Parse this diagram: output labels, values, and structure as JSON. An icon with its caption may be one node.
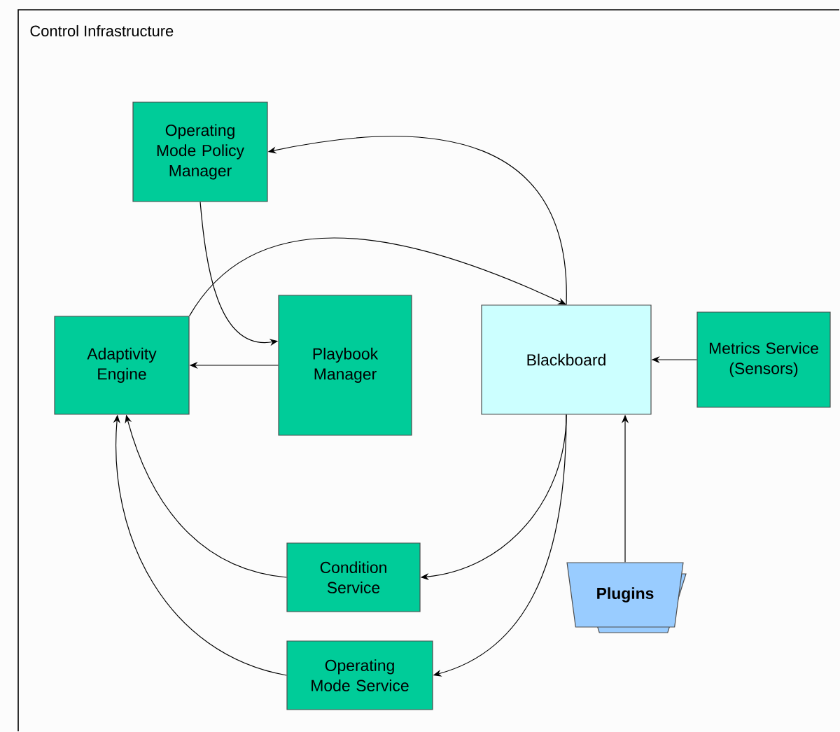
{
  "diagram": {
    "nodes": [
      {
        "text": [
          "Control Infrastructure"
        ]
      },
      {
        "text": [
          "Operating Mode Policy Manager"
        ],
        "in": 0
      },
      {
        "text": [
          "Adaptivity Engine"
        ],
        "in": 0
      },
      {
        "text": [
          "Playbook Manager"
        ],
        "in": 0
      },
      {
        "text": [
          "Blackboard"
        ],
        "in": 0
      },
      {
        "text": [
          "Metrics Service (Sensors)"
        ],
        "in": 0
      },
      {
        "text": [
          "Condition Service"
        ],
        "in": 0
      },
      {
        "text": [
          "Operating Mode Service"
        ],
        "in": 0
      },
      {
        "text": [
          "Plugins"
        ],
        "in": 0
      }
    ],
    "edges": [
      {
        "from": 4,
        "to": 1,
        "arrow": "to"
      },
      {
        "from": 2,
        "to": 4,
        "arrow": "to"
      },
      {
        "from": 1,
        "to": 3,
        "arrow": "to"
      },
      {
        "from": 3,
        "to": 2,
        "arrow": "to"
      },
      {
        "from": 5,
        "to": 4,
        "arrow": "to"
      },
      {
        "from": 4,
        "to": 6,
        "arrow": "to"
      },
      {
        "from": 4,
        "to": 7,
        "arrow": "to"
      },
      {
        "from": 6,
        "to": 2,
        "arrow": "to"
      },
      {
        "from": 7,
        "to": 2,
        "arrow": "to"
      },
      {
        "from": 8,
        "to": 4,
        "arrow": "to"
      }
    ]
  }
}
